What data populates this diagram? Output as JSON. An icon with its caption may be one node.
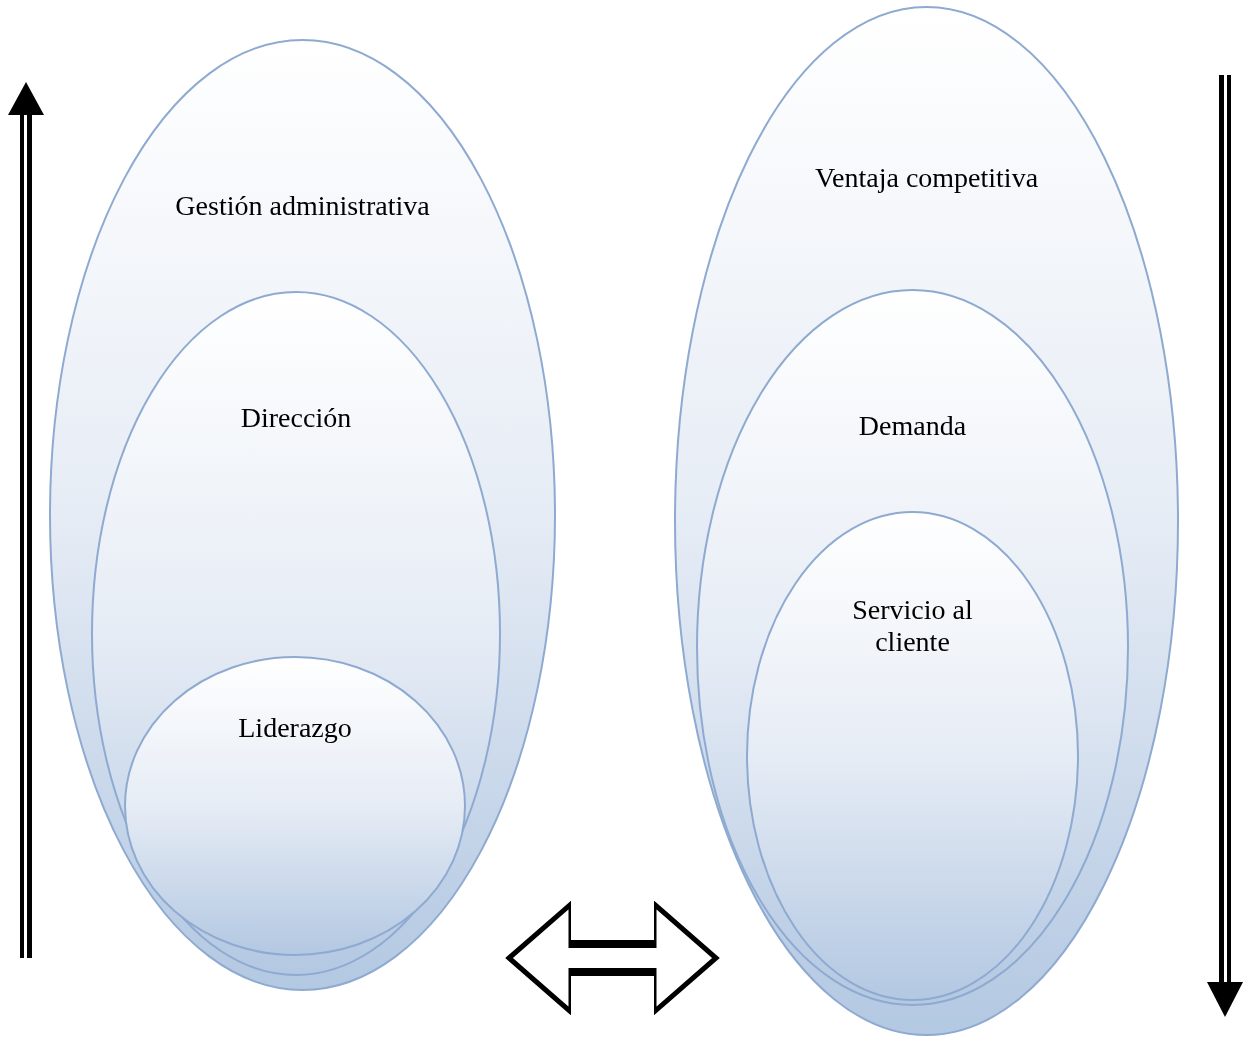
{
  "diagram": {
    "nodes": [
      {
        "text": [
          "Gestión administrativa"
        ]
      },
      {
        "text": [
          "Dirección"
        ],
        "in": 0
      },
      {
        "text": [
          "Liderazgo"
        ],
        "in": 1
      },
      {
        "text": [
          "Ventaja competitiva"
        ]
      },
      {
        "text": [
          "Demanda"
        ],
        "in": 3
      },
      {
        "text": [
          "Servicio al cliente"
        ],
        "in": 4
      }
    ],
    "edges": [
      {
        "from": 0,
        "to": 3,
        "arrow": "both"
      }
    ]
  }
}
